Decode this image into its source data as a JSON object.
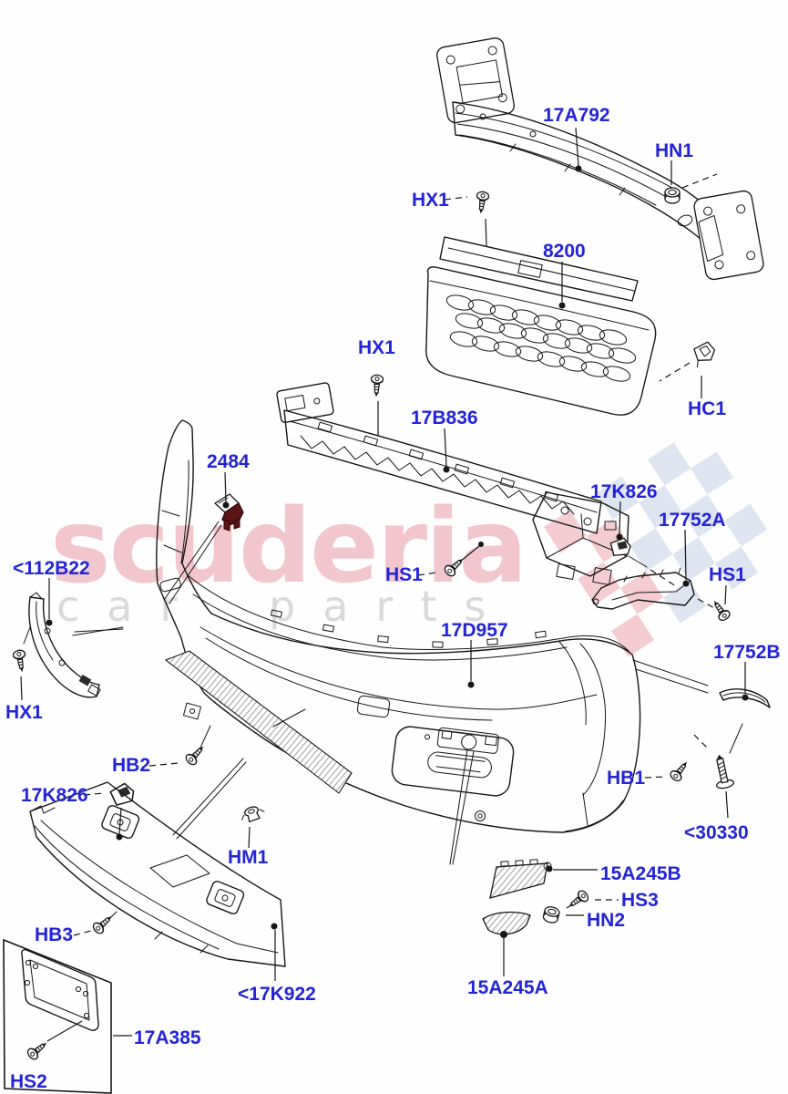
{
  "labels": {
    "17A792": "17A792",
    "HN1": "HN1",
    "HX1": "HX1",
    "8200": "8200",
    "HC1": "HC1",
    "17B836": "17B836",
    "2484": "2484",
    "17K826": "17K826",
    "17752A": "17752A",
    "HS1": "HS1",
    "112B22": "<112B22",
    "17D957": "17D957",
    "17752B": "17752B",
    "HB2": "HB2",
    "HB1": "HB1",
    "30330": "<30330",
    "HM1": "HM1",
    "HB3": "HB3",
    "17K922": "<17K922",
    "15A245B": "15A245B",
    "HS3": "HS3",
    "HN2": "HN2",
    "15A245A": "15A245A",
    "17A385": "17A385",
    "HS2": "HS2"
  },
  "watermark": {
    "brand": "scuderia",
    "subtitle": "car parts"
  },
  "colors": {
    "label_blue": "#2323d8",
    "line": "#161616",
    "watermark_pink": "#f2c6cd",
    "watermark_gray": "#d9d9d9",
    "checker_pink": "#f4cdd3",
    "checker_blue": "#dfe5f0",
    "accent_maroon": "#5c1414"
  }
}
